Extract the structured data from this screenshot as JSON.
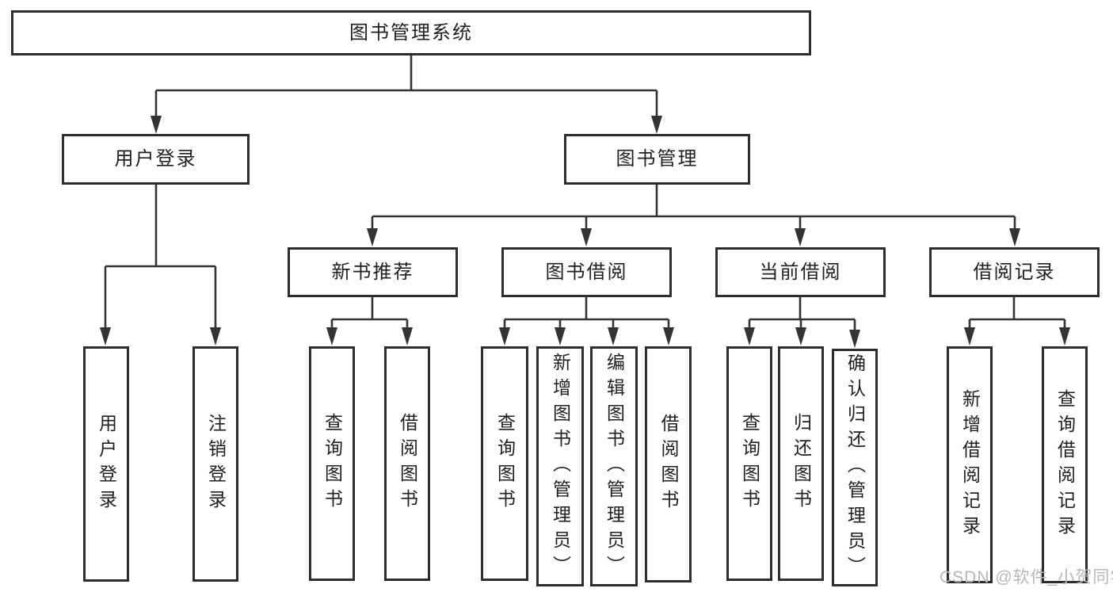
{
  "colors": {
    "background": "#ffffff",
    "box_border": "#2d2d2d",
    "line": "#333333",
    "text": "#1f1f1f",
    "watermark": "#b7b7bb"
  },
  "watermark": "CSDN @软件_小贺同学",
  "tree": {
    "root": "图书管理系统",
    "branches": [
      {
        "label": "用户登录",
        "children": [
          {
            "label": "用户登录"
          },
          {
            "label": "注销登录"
          }
        ]
      },
      {
        "label": "图书管理",
        "children": [
          {
            "label": "新书推荐",
            "children": [
              {
                "label": "查询图书"
              },
              {
                "label": "借阅图书"
              }
            ]
          },
          {
            "label": "图书借阅",
            "children": [
              {
                "label": "查询图书"
              },
              {
                "label": "新增图书（管理员）"
              },
              {
                "label": "编辑图书（管理员）"
              },
              {
                "label": "借阅图书"
              }
            ]
          },
          {
            "label": "当前借阅",
            "children": [
              {
                "label": "查询图书"
              },
              {
                "label": "归还图书"
              },
              {
                "label": "确认归还（管理员）"
              }
            ]
          },
          {
            "label": "借阅记录",
            "children": [
              {
                "label": "新增借阅记录"
              },
              {
                "label": "查询借阅记录"
              }
            ]
          }
        ]
      }
    ]
  }
}
